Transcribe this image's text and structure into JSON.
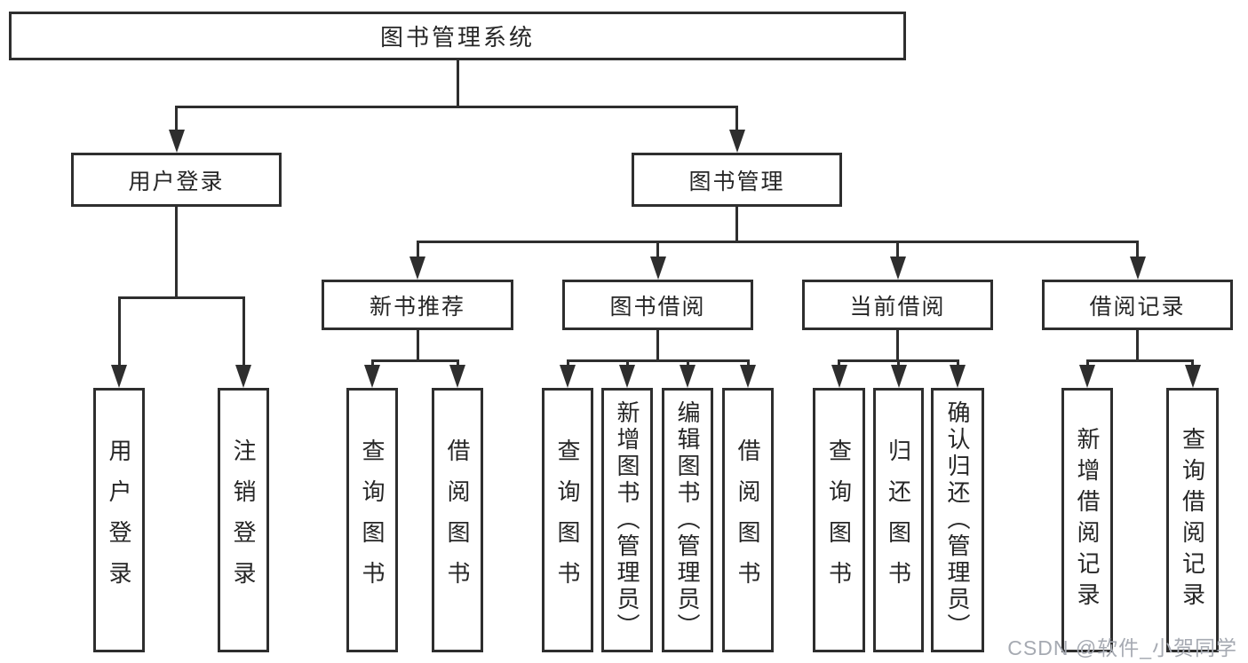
{
  "diagram": {
    "type": "tree",
    "title": "图书管理系统"
  },
  "nodes": [
    {
      "id": "root",
      "label": "图书管理系统"
    },
    {
      "id": "user-login",
      "label": "用户登录"
    },
    {
      "id": "book-management",
      "label": "图书管理"
    },
    {
      "id": "new-book-recommend",
      "label": "新书推荐"
    },
    {
      "id": "book-borrow",
      "label": "图书借阅"
    },
    {
      "id": "current-borrow",
      "label": "当前借阅"
    },
    {
      "id": "borrow-records",
      "label": "借阅记录"
    },
    {
      "id": "leaf-user-login",
      "label": "用户登录"
    },
    {
      "id": "leaf-logout",
      "label": "注销登录"
    },
    {
      "id": "leaf-query-books-1",
      "label": "查询图书"
    },
    {
      "id": "leaf-borrow-books-1",
      "label": "借阅图书"
    },
    {
      "id": "leaf-query-books-2",
      "label": "查询图书"
    },
    {
      "id": "leaf-add-book",
      "label": "新增图书（管理员）"
    },
    {
      "id": "leaf-edit-book",
      "label": "编辑图书（管理员）"
    },
    {
      "id": "leaf-borrow-books-2",
      "label": "借阅图书"
    },
    {
      "id": "leaf-query-books-3",
      "label": "查询图书"
    },
    {
      "id": "leaf-return-book",
      "label": "归还图书"
    },
    {
      "id": "leaf-confirm-return",
      "label": "确认归还（管理员）"
    },
    {
      "id": "leaf-add-borrow-record",
      "label": "新增借阅记录"
    },
    {
      "id": "leaf-query-borrow-record",
      "label": "查询借阅记录"
    }
  ],
  "edges": [
    {
      "from": "root",
      "to": [
        "user-login",
        "book-management"
      ]
    },
    {
      "from": "user-login",
      "to": [
        "leaf-user-login",
        "leaf-logout"
      ]
    },
    {
      "from": "book-management",
      "to": [
        "new-book-recommend",
        "book-borrow",
        "current-borrow",
        "borrow-records"
      ]
    },
    {
      "from": "new-book-recommend",
      "to": [
        "leaf-query-books-1",
        "leaf-borrow-books-1"
      ]
    },
    {
      "from": "book-borrow",
      "to": [
        "leaf-query-books-2",
        "leaf-add-book",
        "leaf-edit-book",
        "leaf-borrow-books-2"
      ]
    },
    {
      "from": "current-borrow",
      "to": [
        "leaf-query-books-3",
        "leaf-return-book",
        "leaf-confirm-return"
      ]
    },
    {
      "from": "borrow-records",
      "to": [
        "leaf-add-borrow-record",
        "leaf-query-borrow-record"
      ]
    }
  ],
  "watermark": {
    "text": "CSDN @软件_小贺同学",
    "color": "#a6aab2"
  },
  "colors": {
    "line": "#2e2e2e",
    "box_border": "#2e2e2e",
    "box_background": "#ffffff",
    "text": "#262626",
    "page_background": "#ffffff"
  }
}
